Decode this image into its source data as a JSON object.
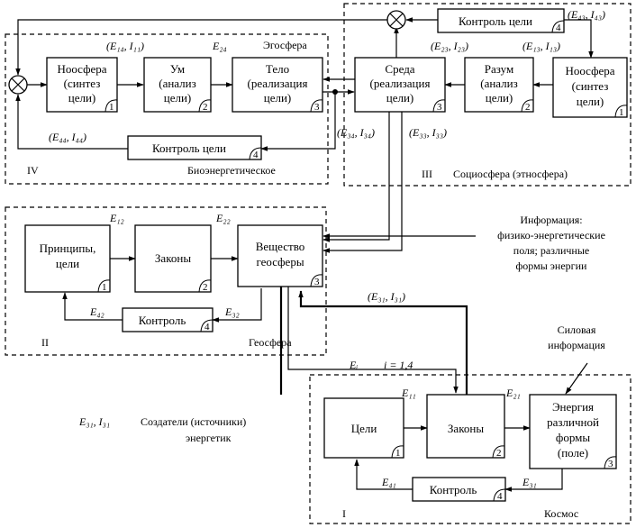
{
  "zones": {
    "IV": {
      "numeral": "IV",
      "title": "Эгосфера",
      "subtitle": "Биоэнергетическое"
    },
    "III": {
      "numeral": "III",
      "title": "Социосфера (этносфера)"
    },
    "II": {
      "numeral": "II",
      "title": "Геосфера"
    },
    "I": {
      "numeral": "I",
      "title": "Космос"
    }
  },
  "blocks": {
    "noosphere_iv": {
      "lines": [
        "Ноосфера",
        "(синтез",
        "цели)"
      ],
      "index": "1"
    },
    "mind_iv": {
      "lines": [
        "Ум",
        "(анализ",
        "цели)"
      ],
      "index": "2"
    },
    "body_iv": {
      "lines": [
        "Тело",
        "(реализация",
        "цели)"
      ],
      "index": "3"
    },
    "control_iv": {
      "lines": [
        "Контроль цели"
      ],
      "index": "4"
    },
    "env_iii": {
      "lines": [
        "Среда",
        "(реализация",
        "цели)"
      ],
      "index": "3"
    },
    "reason_iii": {
      "lines": [
        "Разум",
        "(анализ",
        "цели)"
      ],
      "index": "2"
    },
    "noosphere_iii": {
      "lines": [
        "Ноосфера",
        "(синтез",
        "цели)"
      ],
      "index": "1"
    },
    "control_iii": {
      "lines": [
        "Контроль цели"
      ],
      "index": "4"
    },
    "principles_ii": {
      "lines": [
        "Принципы,",
        "цели"
      ],
      "index": "1"
    },
    "laws_ii": {
      "lines": [
        "Законы"
      ],
      "index": "2"
    },
    "substance_ii": {
      "lines": [
        "Вещество",
        "геосферы"
      ],
      "index": "3"
    },
    "control_ii": {
      "lines": [
        "Контроль"
      ],
      "index": "4"
    },
    "goals_i": {
      "lines": [
        "Цели"
      ],
      "index": "1"
    },
    "laws_i": {
      "lines": [
        "Законы"
      ],
      "index": "2"
    },
    "energy_i": {
      "lines": [
        "Энергия",
        "различной",
        "формы",
        "(поле)"
      ],
      "index": "3"
    },
    "control_i": {
      "lines": [
        "Контроль"
      ],
      "index": "4"
    }
  },
  "labels": {
    "e14_i11": "(E₁₄, I₁₁)",
    "e24": "E₂₄",
    "e44_i44": "(E₄₄, I₄₄)",
    "e43_i43": "(E₄₃, I₄₃)",
    "e23_i23": "(E₂₃, I₂₃)",
    "e13_i13": "(E₁₃, I₁₃)",
    "e34_i34": "(E₃₄, I₃₄)",
    "e33_i33": "(E₃₃, I₃₃)",
    "e12": "E₁₂",
    "e22": "E₂₂",
    "e42": "E₄₂",
    "e32": "E₃₂",
    "e31_i31_arrow": "(E₃₁, I₃₁)",
    "ei": "Eᵢ",
    "i_range": "i = 1,4",
    "e11": "E₁₁",
    "e21": "E₂₁",
    "e41": "E₄₁",
    "e31": "E₃₁",
    "e31_i31_legend": "E₃₁, I₃₁",
    "creators": [
      "Создатели (источники)",
      "энергетик"
    ],
    "info": [
      "Информация:",
      "физико-энергетические",
      "поля; различные",
      "формы энергии"
    ],
    "power_info": [
      "Силовая",
      "информация"
    ]
  }
}
